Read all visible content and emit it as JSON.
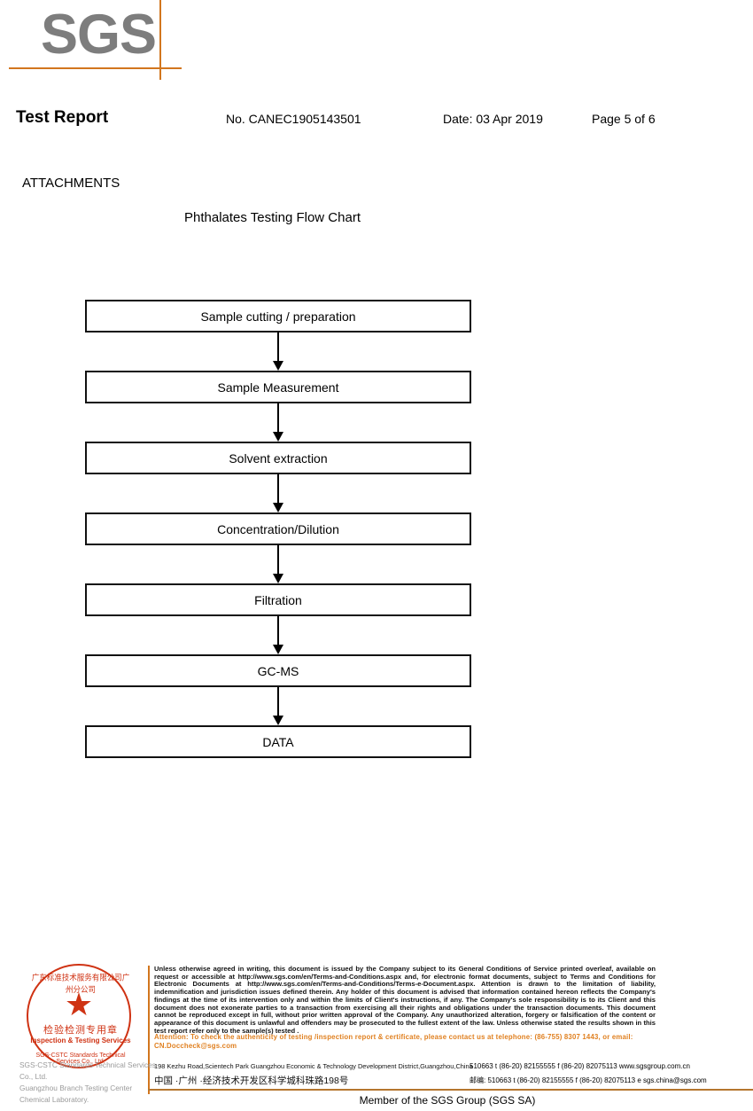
{
  "brand": {
    "logo_text": "SGS",
    "accent_color": "#d2761e",
    "logo_color": "#7d7d7d",
    "seal_color": "#cc2200"
  },
  "header": {
    "title": "Test Report",
    "report_no": "No. CANEC1905143501",
    "date": "Date: 03 Apr 2019",
    "page": "Page 5 of 6"
  },
  "attachments": {
    "label": "ATTACHMENTS",
    "flow_title": "Phthalates Testing Flow Chart"
  },
  "chart_data": {
    "type": "diagram",
    "title": "Phthalates Testing Flow Chart",
    "orientation": "vertical",
    "steps": [
      {
        "label": "Sample cutting / preparation"
      },
      {
        "label": "Sample Measurement"
      },
      {
        "label": "Solvent extraction"
      },
      {
        "label": "Concentration/Dilution"
      },
      {
        "label": "Filtration"
      },
      {
        "label": "GC-MS"
      },
      {
        "label": "DATA"
      }
    ],
    "connector": "downward-arrow"
  },
  "footer": {
    "seal": {
      "ring_top": "广东标准技术服务有限公司广州分公司",
      "star": "★",
      "cn_label": "检验检测专用章",
      "en_label": "Inspection & Testing Services",
      "ring_bottom": "SGS-CSTC Standards Technical Services Co., Ltd."
    },
    "company_line1": "SGS-CSTC Standards Technical Services Co., Ltd.",
    "company_line2": "Guangzhou Branch Testing Center Chemical Laboratory.",
    "disclaimer": "Unless otherwise agreed in writing, this document is issued by the Company subject to its General Conditions of Service printed overleaf, available on request or accessible at http://www.sgs.com/en/Terms-and-Conditions.aspx and, for electronic format documents, subject to Terms and Conditions for Electronic Documents at http://www.sgs.com/en/Terms-and-Conditions/Terms-e-Document.aspx. Attention is drawn to the limitation of liability, indemnification and jurisdiction issues defined therein. Any holder of this document is advised that information contained hereon reflects the Company's findings at the time of its intervention only and within the limits of Client's instructions, if any. The Company's sole responsibility is to its Client and this document does not exonerate parties to a transaction from exercising all their rights and obligations under the transaction documents. This document cannot be reproduced except in full, without prior written approval of the Company. Any unauthorized alteration, forgery or falsification of the content or appearance of this document is unlawful and offenders may be prosecuted to the fullest extent of the law. Unless otherwise stated the results shown in this test report refer only to the sample(s) tested .",
    "attention": "Attention: To check the authenticity of testing /inspection report & certificate, please contact us at telephone: (86-755) 8307 1443, or email: CN.Doccheck@sgs.com",
    "address_en": "198 Kezhu Road,Scientech Park Guangzhou Economic & Technology Development District,Guangzhou,China",
    "address_en_tail": "510663    t (86-20) 82155555    f (86-20) 82075113    www.sgsgroup.com.cn",
    "address_cn": "中国 ·广州 ·经济技术开发区科学城科珠路198号",
    "address_cn_tail": "邮编: 510663    t (86-20) 82155555    f (86-20) 82075113    e  sgs.china@sgs.com",
    "member_line": "Member of the SGS Group (SGS SA)"
  }
}
